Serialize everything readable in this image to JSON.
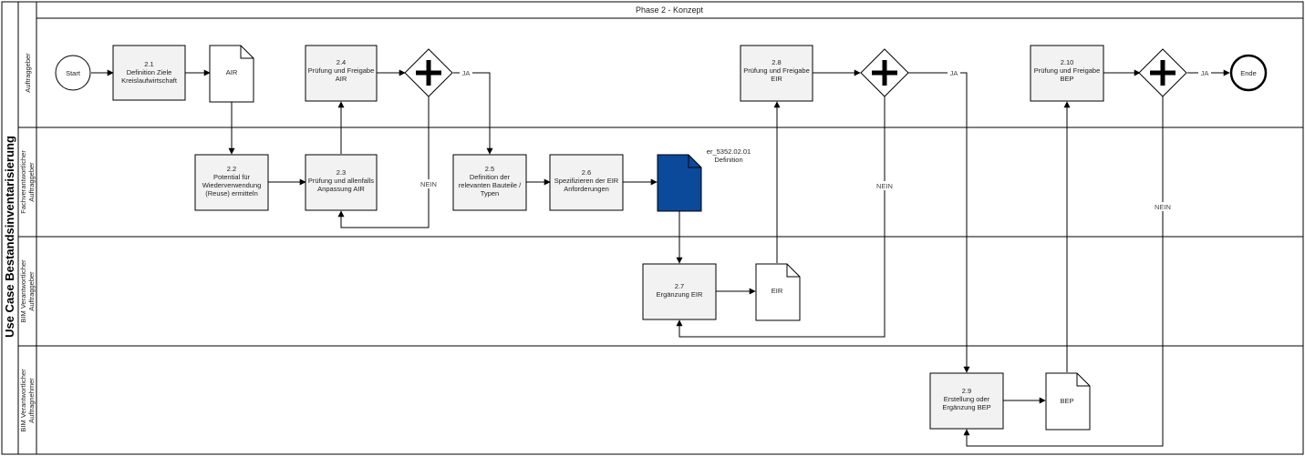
{
  "diagram": {
    "title": "Use Case Bestandsinventarisierung",
    "phase": "Phase 2 - Konzept",
    "lanes": [
      {
        "label": "Auftraggeber"
      },
      {
        "label1": "Fachverantwortlicher",
        "label2": "Auftraggeber"
      },
      {
        "label1": "BIM Verantwortlicher",
        "label2": "Auftraggeber"
      },
      {
        "label1": "BIM Verantwortlicher",
        "label2": "Auftragnehmer"
      }
    ],
    "events": {
      "start": "Start",
      "end": "Ende"
    },
    "tasks": {
      "t21": {
        "num": "2.1",
        "line1": "Definition Ziele",
        "line2": "Kreislaufwirtschaft"
      },
      "t22": {
        "num": "2.2",
        "line1": "Potential für",
        "line2": "Wiederverwendung",
        "line3": "(Reuse) ermitteln"
      },
      "t23": {
        "num": "2.3",
        "line1": "Prüfung und allenfalls",
        "line2": "Anpassung AIR"
      },
      "t24": {
        "num": "2.4",
        "line1": "Prüfung und Freigabe",
        "line2": "AIR"
      },
      "t25": {
        "num": "2.5",
        "line1": "Definition der",
        "line2": "relevanten Bauteile /",
        "line3": "Typen"
      },
      "t26": {
        "num": "2.6",
        "line1": "Spezifizieren der EIR",
        "line2": "Anforderungen"
      },
      "t27": {
        "num": "2.7",
        "line1": "Ergänzung EIR"
      },
      "t28": {
        "num": "2.8",
        "line1": "Prüfung und Freigabe",
        "line2": "EIR"
      },
      "t29": {
        "num": "2.9",
        "line1": "Erstellung oder",
        "line2": "Ergänzung BEP"
      },
      "t210": {
        "num": "2.10",
        "line1": "Prüfung und Freigabe",
        "line2": "BEP"
      }
    },
    "documents": {
      "air": "AIR",
      "eir": "EIR",
      "bep": "BEP",
      "def_line1": "er_5352.02.01",
      "def_line2": "Definition"
    },
    "edge_labels": {
      "ja": "JA",
      "nein": "NEIN"
    },
    "colors": {
      "task_fill": "#f2f2f2",
      "definition_doc": "#0b4a9b"
    }
  }
}
